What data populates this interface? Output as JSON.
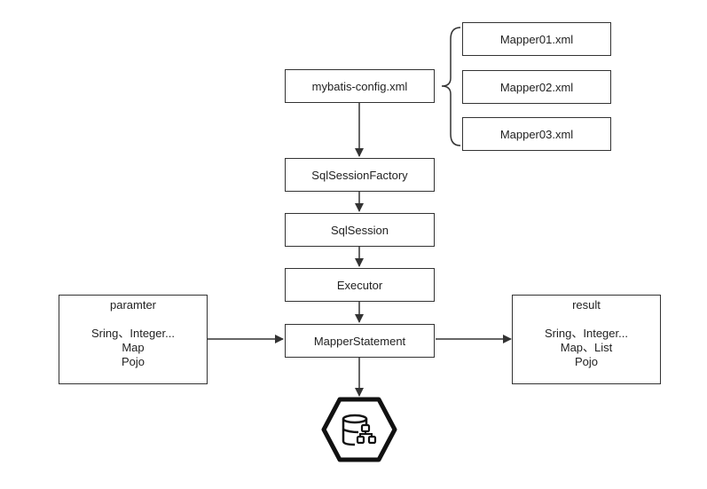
{
  "nodes": {
    "config": "mybatis-config.xml",
    "mapper1": "Mapper01.xml",
    "mapper2": "Mapper02.xml",
    "mapper3": "Mapper03.xml",
    "factory": "SqlSessionFactory",
    "session": "SqlSession",
    "executor": "Executor",
    "statement": "MapperStatement"
  },
  "param": {
    "title": "paramter",
    "lines": [
      "Sring、Integer...",
      "Map",
      "Pojo"
    ]
  },
  "result": {
    "title": "result",
    "lines": [
      "Sring、Integer...",
      "Map、List",
      "Pojo"
    ]
  },
  "database": {
    "icon": "database-icon"
  },
  "colors": {
    "line": "#333333",
    "box_border": "#333333"
  }
}
